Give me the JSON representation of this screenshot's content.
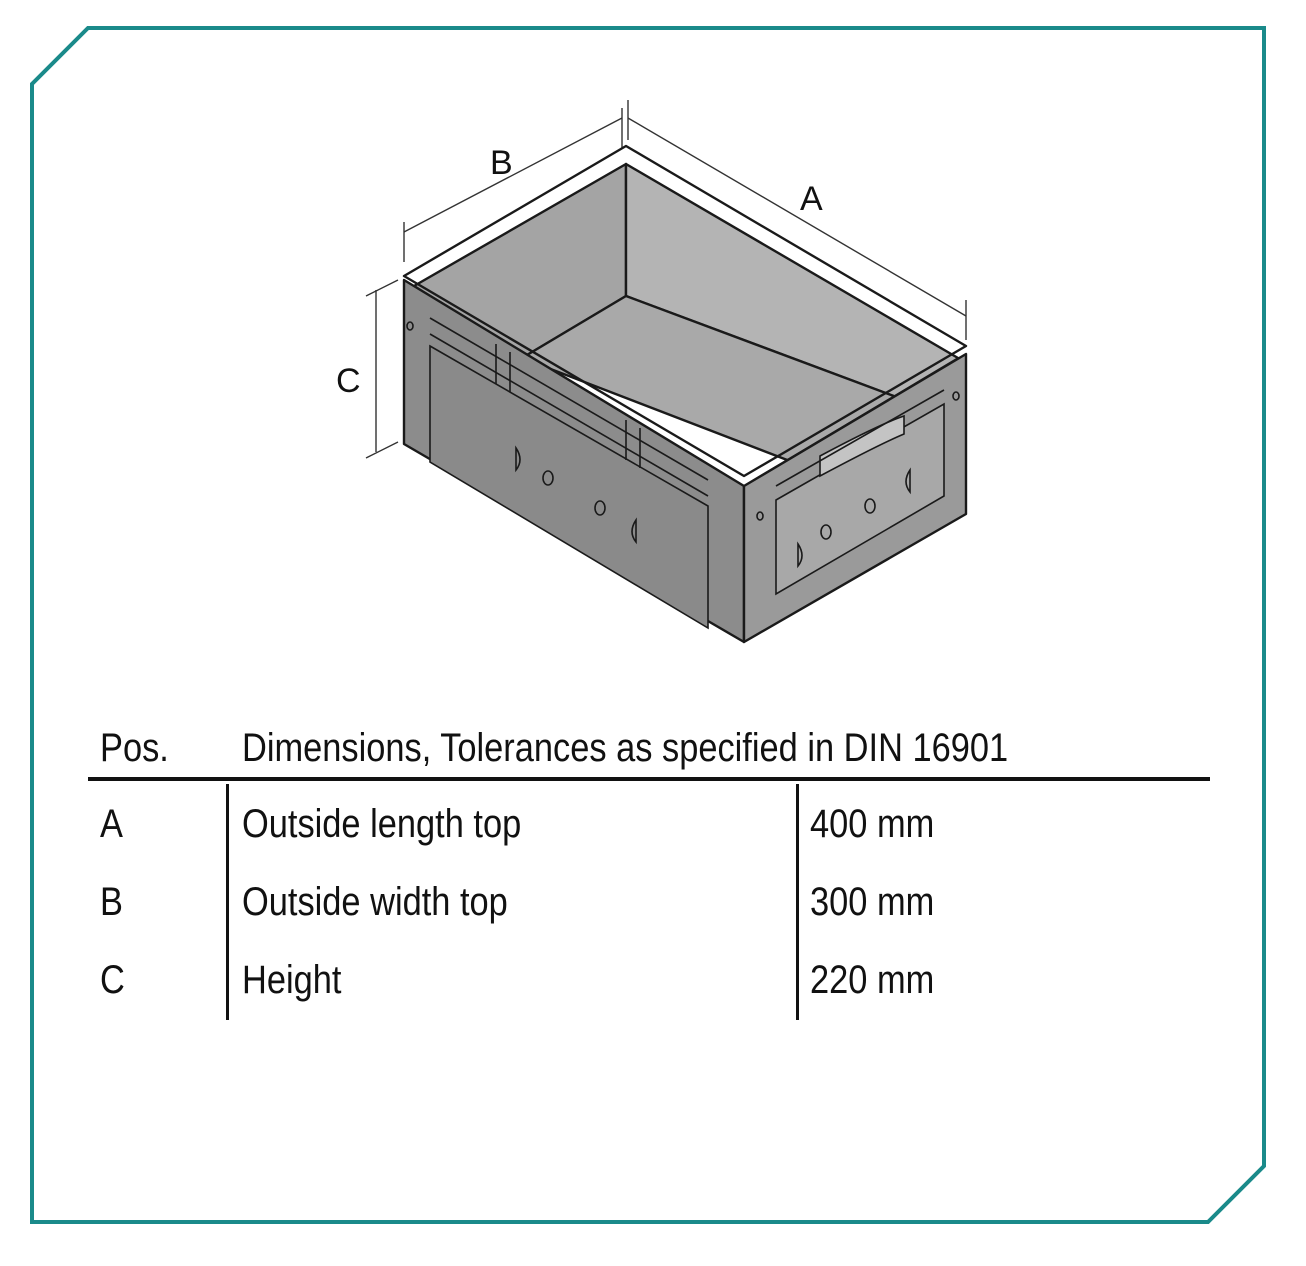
{
  "colors": {
    "frame": "#1a8a8a",
    "box_body": "#8c8c8c",
    "box_inner": "#a9a9a9",
    "outline": "#1a1a1a"
  },
  "diagram": {
    "labels": {
      "a": "A",
      "b": "B",
      "c": "C"
    }
  },
  "table": {
    "header": {
      "pos": "Pos.",
      "dimensions": "Dimensions, Tolerances as specified in DIN 16901"
    },
    "rows": [
      {
        "pos": "A",
        "desc": "Outside length top",
        "value": "400 mm"
      },
      {
        "pos": "B",
        "desc": "Outside width top",
        "value": "300 mm"
      },
      {
        "pos": "C",
        "desc": "Height",
        "value": "220 mm"
      }
    ]
  }
}
